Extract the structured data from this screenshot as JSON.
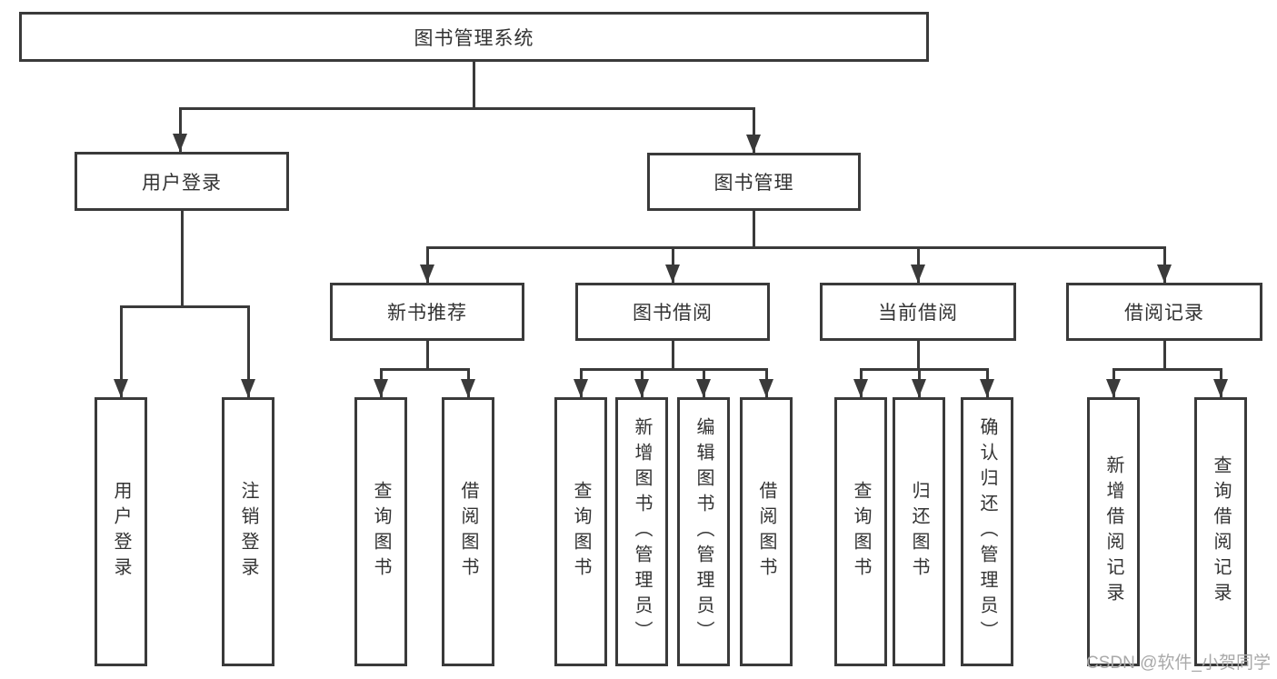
{
  "diagram": {
    "type": "hierarchy-tree",
    "tree": {
      "root": "图书管理系统",
      "level2": [
        {
          "label": "用户登录",
          "children": [
            "用户登录",
            "注销登录"
          ]
        },
        {
          "label": "图书管理",
          "sections": [
            {
              "label": "新书推荐",
              "children": [
                "查询图书",
                "借阅图书"
              ]
            },
            {
              "label": "图书借阅",
              "children": [
                "查询图书",
                "新增图书（管理员）",
                "编辑图书（管理员）",
                "借阅图书"
              ]
            },
            {
              "label": "当前借阅",
              "children": [
                "查询图书",
                "归还图书",
                "确认归还（管理员）"
              ]
            },
            {
              "label": "借阅记录",
              "children": [
                "新增借阅记录",
                "查询借阅记录"
              ]
            }
          ]
        }
      ]
    },
    "watermark": "CSDN @软件_小贺同学",
    "colors": {
      "line": "#3a3a3a",
      "text": "#333333",
      "watermark": "#a9a9a9",
      "background": "#ffffff"
    }
  }
}
